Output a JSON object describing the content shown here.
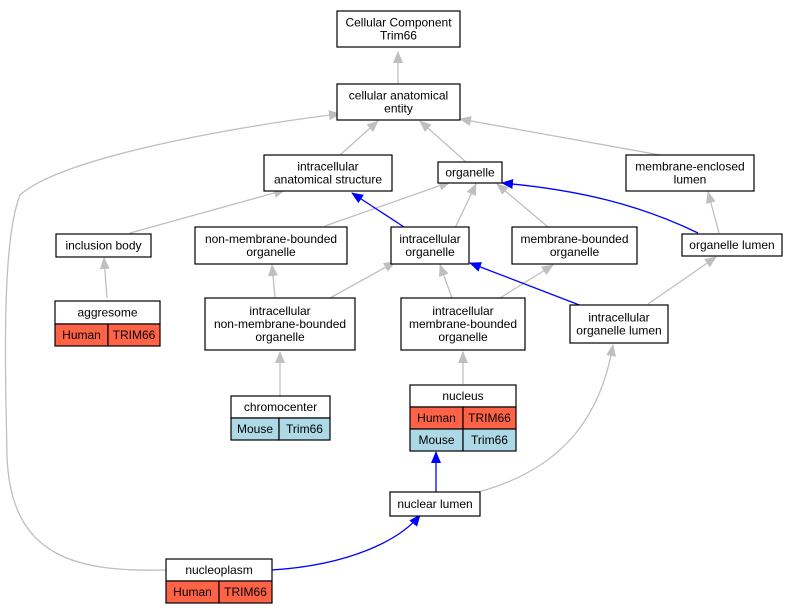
{
  "colors": {
    "human": "#ff6347",
    "mouse": "#add8e6",
    "edge_gray": "#bfbfbf",
    "edge_blue": "#0000ff"
  },
  "nodes": {
    "root": {
      "lines": [
        "Cellular Component",
        "Trim66"
      ]
    },
    "cae": {
      "lines": [
        "cellular anatomical",
        "entity"
      ]
    },
    "ias": {
      "lines": [
        "intracellular",
        "anatomical structure"
      ]
    },
    "org": {
      "lines": [
        "organelle"
      ]
    },
    "mel": {
      "lines": [
        "membrane-enclosed",
        "lumen"
      ]
    },
    "incl": {
      "lines": [
        "inclusion body"
      ]
    },
    "nmbo": {
      "lines": [
        "non-membrane-bounded",
        "organelle"
      ]
    },
    "io": {
      "lines": [
        "intracellular",
        "organelle"
      ]
    },
    "mbo": {
      "lines": [
        "membrane-bounded",
        "organelle"
      ]
    },
    "ol": {
      "lines": [
        "organelle lumen"
      ]
    },
    "aggr": {
      "lines": [
        "aggresome"
      ],
      "rows": [
        [
          "Human",
          "TRIM66"
        ]
      ]
    },
    "inmbo": {
      "lines": [
        "intracellular",
        "non-membrane-bounded",
        "organelle"
      ]
    },
    "imbo": {
      "lines": [
        "intracellular",
        "membrane-bounded",
        "organelle"
      ]
    },
    "iol": {
      "lines": [
        "intracellular",
        "organelle lumen"
      ]
    },
    "chromo": {
      "lines": [
        "chromocenter"
      ],
      "rows": [
        [
          "Mouse",
          "Trim66"
        ]
      ]
    },
    "nucleus": {
      "lines": [
        "nucleus"
      ],
      "rows": [
        [
          "Human",
          "TRIM66"
        ],
        [
          "Mouse",
          "Trim66"
        ]
      ]
    },
    "nlumen": {
      "lines": [
        "nuclear lumen"
      ]
    },
    "nplasm": {
      "lines": [
        "nucleoplasm"
      ],
      "rows": [
        [
          "Human",
          "TRIM66"
        ]
      ]
    }
  }
}
